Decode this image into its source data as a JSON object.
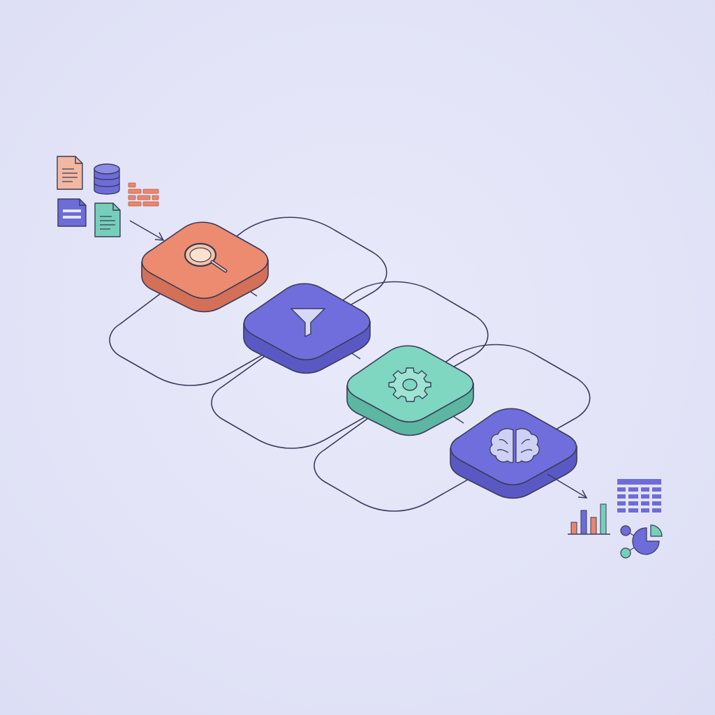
{
  "diagram": {
    "type": "isometric-pipeline",
    "stages": [
      {
        "name": "search",
        "icon": "magnifier-icon",
        "color": "#e9866c"
      },
      {
        "name": "filter",
        "icon": "funnel-icon",
        "color": "#6d6cd9"
      },
      {
        "name": "process",
        "icon": "gear-icon",
        "color": "#76cfba"
      },
      {
        "name": "analyze",
        "icon": "brain-icon",
        "color": "#6d6cd9"
      }
    ],
    "inputs": [
      {
        "icon": "text-document-icon",
        "color": "#f2b8a2"
      },
      {
        "icon": "database-icon",
        "color": "#6d6cd9"
      },
      {
        "icon": "brick-grid-icon",
        "color": "#e9866c"
      },
      {
        "icon": "form-document-icon",
        "color": "#6d6cd9"
      },
      {
        "icon": "text-document-icon",
        "color": "#76cfba"
      }
    ],
    "outputs": [
      {
        "icon": "table-icon",
        "color": "#6d6cd9"
      },
      {
        "icon": "bar-chart-icon",
        "colors": [
          "#e9866c",
          "#6d6cd9",
          "#e9866c",
          "#76cfba"
        ]
      },
      {
        "icon": "network-pie-icon",
        "colors": [
          "#6d6cd9",
          "#76cfba"
        ]
      }
    ],
    "palette": {
      "background": "#e3e4f8",
      "outline": "#2f3050",
      "orange": "#e9866c",
      "purple": "#6d6cd9",
      "teal": "#76cfba"
    }
  }
}
